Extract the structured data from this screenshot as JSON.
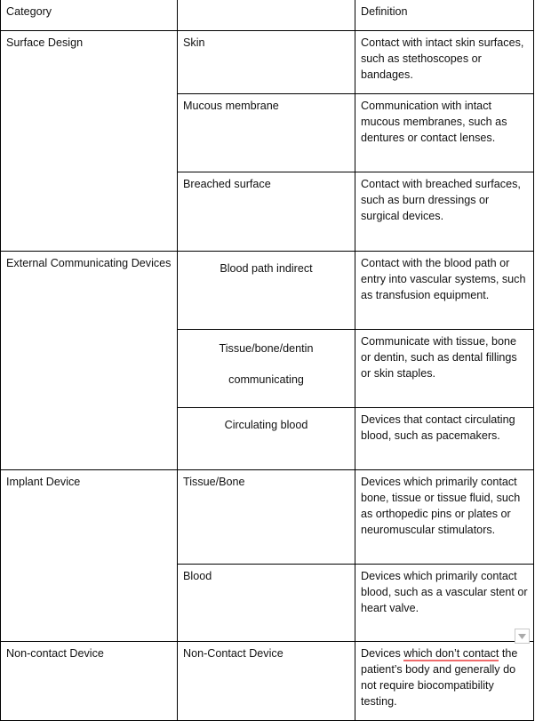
{
  "table": {
    "columns": [
      {
        "key": "category",
        "label": "Category"
      },
      {
        "key": "subcategory",
        "label": ""
      },
      {
        "key": "definition",
        "label": "Definition"
      }
    ],
    "header": {
      "category": "Category",
      "subcategory": "",
      "definition": "Definition"
    },
    "rows": [
      {
        "category": "Surface Design",
        "subcategory": "Skin",
        "definition": "Contact with intact skin surfaces, such as stethoscopes or bandages.",
        "align": "left"
      },
      {
        "category": "",
        "subcategory": "Mucous membrane",
        "definition": "Communication with intact mucous membranes, such as dentures or contact lenses.",
        "align": "left"
      },
      {
        "category": "",
        "subcategory": "Breached surface",
        "definition": "Contact with breached surfaces, such as burn dressings or surgical devices.",
        "align": "left"
      },
      {
        "category": "External Communicating Devices",
        "subcategory": "Blood path indirect",
        "definition": "Contact with the blood path or entry into vascular systems, such as transfusion equipment.",
        "align": "center"
      },
      {
        "category": "",
        "subcategory": "Tissue/bone/dentin communicating",
        "definition": "Communicate with tissue, bone or dentin, such as dental fillings or skin staples.",
        "align": "center"
      },
      {
        "category": "",
        "subcategory": "Circulating blood",
        "definition": "Devices that contact circulating blood, such as pacemakers.",
        "align": "center"
      },
      {
        "category": "Implant Device",
        "subcategory": "Tissue/Bone",
        "definition": "Devices which primarily contact bone, tissue or tissue fluid, such as orthopedic pins or plates or neuromuscular stimulators.",
        "align": "left"
      },
      {
        "category": "",
        "subcategory": "Blood",
        "definition": "Devices which primarily contact blood, such as a vascular stent or heart valve.",
        "align": "left"
      },
      {
        "category": "Non-contact Device",
        "subcategory": "Non-Contact Device",
        "definition_parts": {
          "before": "Devices ",
          "misspelled": "which don’t contact",
          "after": " the patient’s body and generally do not require biocompatibility testing."
        },
        "definition": "Devices which don’t contact the patient’s body and generally do not require biocompatibility testing.",
        "align": "left",
        "has_spellcheck": true
      }
    ]
  },
  "widgets": {
    "dropdown": {
      "icon": "chevron-down-icon",
      "color": "#aaaaaa"
    }
  },
  "colors": {
    "border": "#000000",
    "text": "#111111",
    "spell_underline": "#ef6c6c",
    "background": "#ffffff"
  }
}
